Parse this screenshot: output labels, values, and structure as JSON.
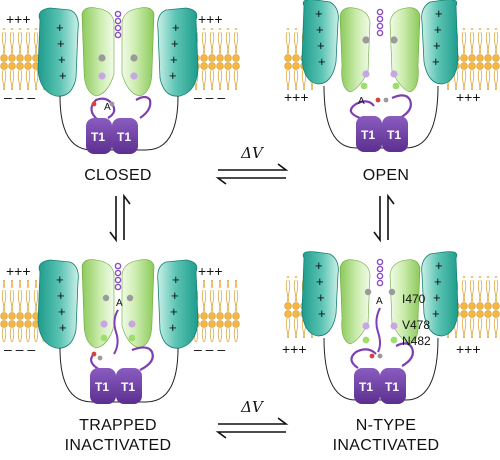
{
  "states": {
    "closed": {
      "label": "CLOSED",
      "outside_charge": "+++",
      "inside_charge": "– – –",
      "t1": "T1",
      "vs_charge": "+",
      "selectivity_residue": "A"
    },
    "open": {
      "label": "OPEN",
      "inside_charge": "+++",
      "t1": "T1",
      "vs_charge": "+",
      "selectivity_residue": "A"
    },
    "trapped": {
      "label_line1": "TRAPPED",
      "label_line2": "INACTIVATED",
      "outside_charge": "+++",
      "inside_charge": "– – –",
      "t1": "T1",
      "vs_charge": "+",
      "selectivity_residue": "A"
    },
    "ntype": {
      "label_line1": "N-TYPE",
      "label_line2": "INACTIVATED",
      "inside_charge": "+++",
      "t1": "T1",
      "vs_charge": "+",
      "selectivity_residue": "A",
      "residues": [
        "I470",
        "V478",
        "N482"
      ]
    }
  },
  "transitions": {
    "voltage_label": "ΔV"
  },
  "colors": {
    "voltage_sensor": "#2aa999",
    "voltage_sensor_light": "#a6e3d7",
    "pore": "#9fd36a",
    "pore_light": "#e6f6d4",
    "t1_domain": "#6b3fa0",
    "linker": "#7d3fb3",
    "lipid_head": "#f4b744",
    "lipid_tail": "#d9a13a",
    "ion": "#9a5fc6"
  }
}
